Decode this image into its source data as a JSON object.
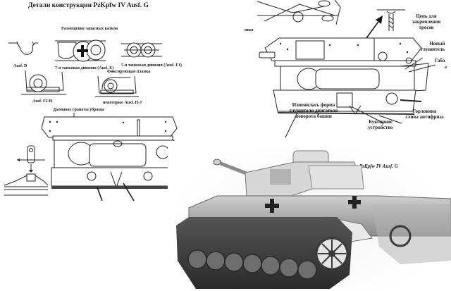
{
  "left_panel": {
    "title": "Детали конструкции PzKpfw IV Ausf. G",
    "subtitle": "Размещение запасных катков",
    "captions": [
      {
        "id": "ausf-d",
        "text": "Ausf. D"
      },
      {
        "id": "tank-div-7",
        "text": "7-я танковая дивизия (Ausf. E)"
      },
      {
        "id": "tank-div-5",
        "text": "5-я танковая дивизия (Ausf. F1)"
      },
      {
        "id": "fix-bar",
        "text": "Фиксирующая планка"
      },
      {
        "id": "ausf-f2h",
        "text": "Ausf. F2-H"
      },
      {
        "id": "some-ausf-hj",
        "text": "некоторые Ausf. H-J"
      },
      {
        "id": "smoke-grenades",
        "text": "Дымовые гранаты убраны"
      }
    ]
  },
  "right_panel": {
    "captions": [
      {
        "id": "partial-nat",
        "text": "ннат"
      },
      {
        "id": "chain",
        "text": "Цепь для\nзакрепления\nтросов"
      },
      {
        "id": "new-muffler",
        "text": "Новый\nглушитель"
      },
      {
        "id": "partial-gaba",
        "text": "Габа"
      },
      {
        "id": "partial-o",
        "text": "о"
      },
      {
        "id": "turret-muffler",
        "text": "Изменилась форма\nглушителя двигателя\nповорота башни"
      },
      {
        "id": "tow",
        "text": "Буксирное\nустройство"
      },
      {
        "id": "antifreeze",
        "text": "Горловина\nслива антифриза"
      }
    ]
  },
  "photo": {
    "caption": "PzKpfw IV Ausf. G"
  }
}
